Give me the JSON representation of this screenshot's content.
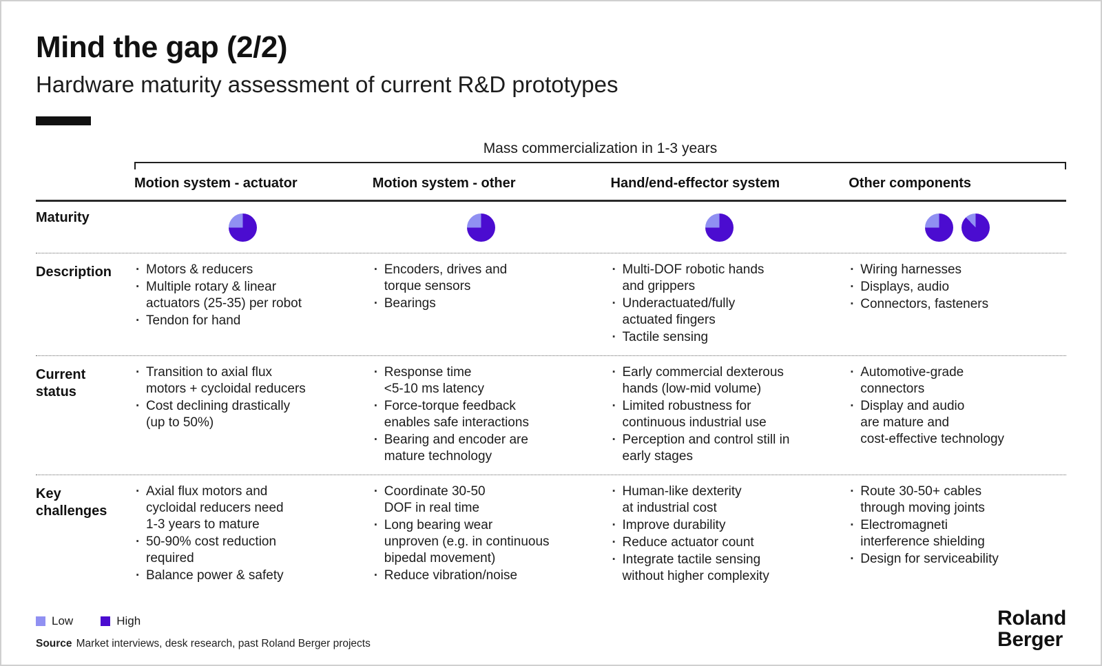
{
  "colors": {
    "low": "#9090F2",
    "high": "#4B0CD0"
  },
  "header": {
    "title": "Mind the gap (2/2)",
    "subtitle": "Hardware maturity assessment of current R&D prototypes"
  },
  "table": {
    "span_header": "Mass commercialization in 1-3 years",
    "columns": [
      "Motion system - actuator",
      "Motion system - other",
      "Hand/end-effector system",
      "Other components"
    ],
    "maturity": {
      "label": "Maturity",
      "cells": [
        {
          "pies": [
            {
              "low_pct": 25,
              "high_pct": 75
            }
          ]
        },
        {
          "pies": [
            {
              "low_pct": 25,
              "high_pct": 75
            }
          ]
        },
        {
          "pies": [
            {
              "low_pct": 25,
              "high_pct": 75
            }
          ]
        },
        {
          "pies": [
            {
              "low_pct": 25,
              "high_pct": 75
            },
            {
              "low_pct": 12,
              "high_pct": 88
            }
          ]
        }
      ]
    },
    "rows": [
      {
        "label": "Description",
        "cells": [
          [
            "Motors & reducers",
            "Multiple rotary & linear\nactuators (25-35) per robot",
            "Tendon for hand"
          ],
          [
            "Encoders, drives and\ntorque sensors",
            "Bearings"
          ],
          [
            "Multi-DOF robotic hands\nand grippers",
            "Underactuated/fully\nactuated fingers",
            "Tactile sensing"
          ],
          [
            "Wiring harnesses",
            "Displays, audio",
            "Connectors, fasteners"
          ]
        ]
      },
      {
        "label": "Current status",
        "cells": [
          [
            "Transition to axial flux\nmotors + cycloidal reducers",
            "Cost declining drastically\n(up to 50%)"
          ],
          [
            "Response time\n<5-10 ms latency",
            "Force-torque feedback\nenables safe interactions",
            "Bearing and encoder are\nmature technology"
          ],
          [
            "Early commercial dexterous\nhands (low-mid volume)",
            "Limited robustness for\ncontinuous industrial use",
            "Perception and control still in\nearly stages"
          ],
          [
            "Automotive-grade\nconnectors",
            "Display and audio\nare mature and\ncost-effective technology"
          ]
        ]
      },
      {
        "label": "Key challenges",
        "cells": [
          [
            "Axial flux motors and\ncycloidal reducers need\n1-3 years to mature",
            "50-90% cost reduction\nrequired",
            "Balance power & safety"
          ],
          [
            "Coordinate 30-50\nDOF in real time",
            "Long bearing wear\nunproven (e.g. in continuous\nbipedal movement)",
            "Reduce vibration/noise"
          ],
          [
            "Human-like dexterity\nat industrial cost",
            "Improve durability",
            "Reduce actuator count",
            "Integrate tactile sensing\nwithout higher complexity"
          ],
          [
            "Route 30-50+ cables\nthrough moving joints",
            "Electromagneti\ninterference shielding",
            "Design for serviceability"
          ]
        ]
      }
    ]
  },
  "legend": {
    "low_label": "Low",
    "high_label": "High"
  },
  "source": {
    "label": "Source",
    "text": "Market interviews, desk research, past Roland Berger projects"
  },
  "logo": {
    "line1": "Roland",
    "line2": "Berger"
  }
}
